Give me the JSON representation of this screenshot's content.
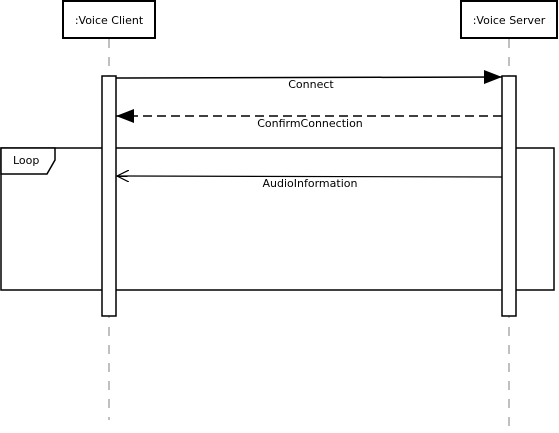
{
  "lifelines": [
    {
      "label": ":Voice Client"
    },
    {
      "label": ":Voice Server"
    }
  ],
  "messages": [
    {
      "label": "Connect",
      "style": "solid-filled-arrow"
    },
    {
      "label": "ConfirmConnection",
      "style": "dashed-filled-arrow"
    },
    {
      "label": "AudioInformation",
      "style": "solid-open-arrow"
    }
  ],
  "fragment": {
    "label": "Loop"
  }
}
